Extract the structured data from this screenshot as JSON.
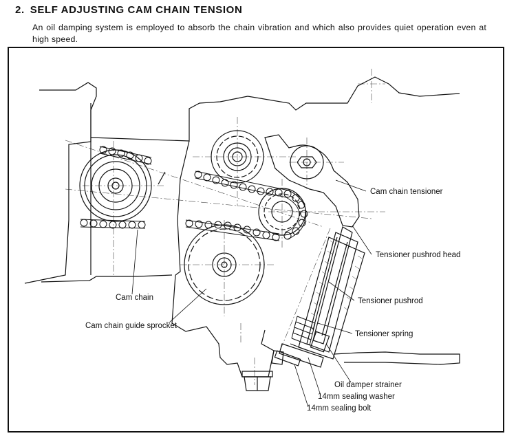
{
  "header": {
    "section_number": "2.",
    "title": "SELF ADJUSTING CAM CHAIN TENSION",
    "description": "An oil damping system is employed to absorb the chain vibration and which also provides quiet operation even at high speed."
  },
  "diagram": {
    "labels": {
      "cam_chain_tensioner": "Cam chain tensioner",
      "tensioner_pushrod_head": "Tensioner pushrod head",
      "tensioner_pushrod": "Tensioner pushrod",
      "tensioner_spring": "Tensioner spring",
      "oil_damper_strainer": "Oil damper strainer",
      "sealing_washer": "14mm sealing washer",
      "sealing_bolt": "14mm sealing bolt",
      "cam_chain": "Cam chain",
      "cam_chain_guide_sprocket": "Cam chain guide sprocket"
    }
  }
}
